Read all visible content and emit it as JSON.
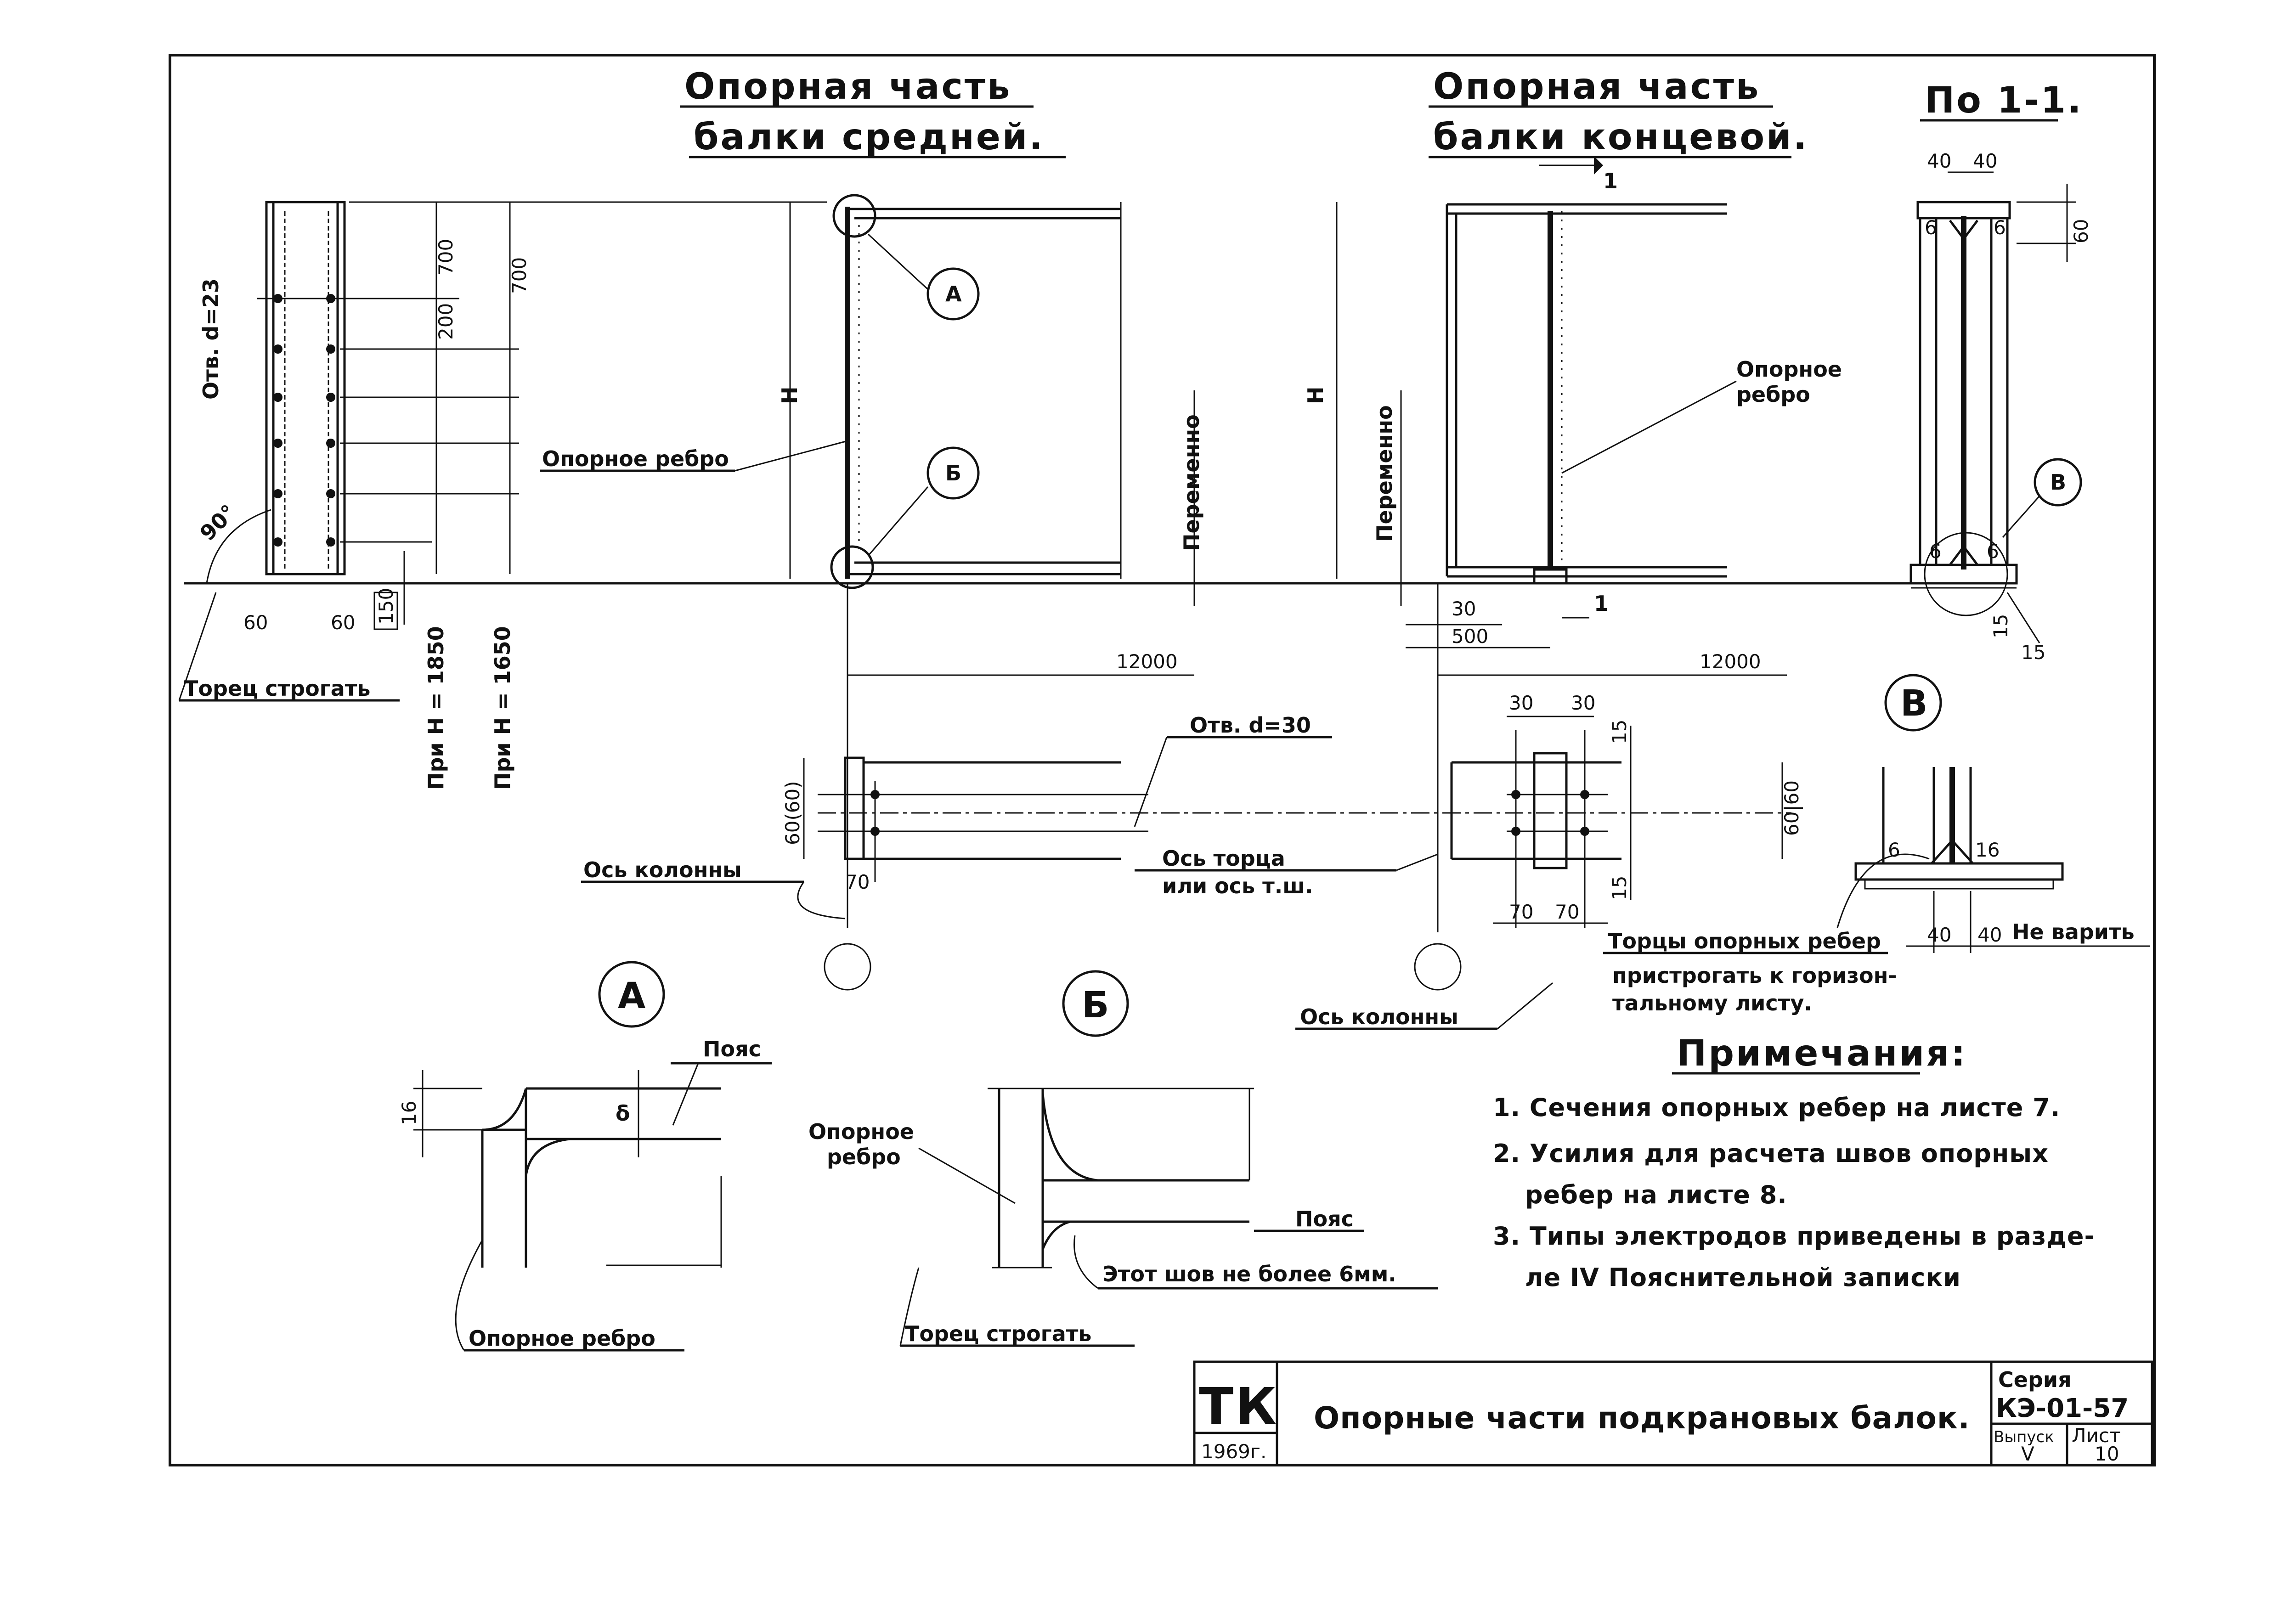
{
  "titles": {
    "middle_l1": "Опорная часть",
    "middle_l2": "балки средней.",
    "end_l1": "Опорная часть",
    "end_l2": "балки концевой.",
    "section": "По 1-1."
  },
  "labels": {
    "hole23": "Отв. d=23",
    "angle90": "90°",
    "plane_end": "Торец строгать",
    "h1850": "При H = 1850",
    "h1650": "При H = 1650",
    "support_rib": "Опорное ребро",
    "support_rib2_l1": "Опорное",
    "support_rib2_l2": "ребро",
    "variable": "Переменно",
    "H": "H",
    "sec_mark": "1",
    "hole30": "Отв. d=30",
    "col_axis": "Ось колонны",
    "end_axis_l1": "Ось торца",
    "end_axis_l2": "или ось т.ш.",
    "plane_ribs_l1": "Торцы опорных ребер",
    "plane_ribs_l2": "пристрогать к горизон-",
    "plane_ribs_l3": "тальному листу.",
    "no_weld": "Не варить",
    "belt": "Пояс",
    "delta": "δ",
    "weld_limit": "Этот шов не более 6мм.",
    "support_rib3": "Опорное ребро",
    "plane_end2": "Торец строгать",
    "support_rib4_l1": "Опорное",
    "support_rib4_l2": "ребро",
    "belt2": "Пояс"
  },
  "callouts": {
    "a": "А",
    "b": "Б",
    "v": "В"
  },
  "dims": {
    "d700a": "700",
    "d700b": "700",
    "d200": "200",
    "d60a": "60",
    "d60b": "60",
    "d150": "150",
    "d12000a": "12000",
    "d12000b": "12000",
    "d30a": "30",
    "d500": "500",
    "d40a": "40",
    "d40b": "40",
    "d60c": "60",
    "d6": "6",
    "d15a": "15",
    "d15b": "15",
    "d30b": "30",
    "d30c": "30",
    "d70a": "70",
    "d70b": "70",
    "d70c": "70",
    "d6060": "60|60",
    "d60_60": "60(60)",
    "d16": "16",
    "d40c": "40",
    "d40d": "40",
    "d16b": "16",
    "d6b": "6"
  },
  "notes": {
    "heading": "Примечания:",
    "n1": "1. Сечения опорных ребер на листе 7.",
    "n2a": "2. Усилия для расчета швов опорных",
    "n2b": "ребер на листе 8.",
    "n3a": "3. Типы электродов приведены в разде-",
    "n3b": "ле IV Пояснительной записки"
  },
  "stamp": {
    "logo": "ТК",
    "year": "1969г.",
    "title": "Опорные части подкрановых балок.",
    "series_label": "Серия",
    "series": "КЭ-01-57",
    "issue_label": "Выпуск",
    "issue": "V",
    "sheet_label": "Лист",
    "sheet": "10"
  }
}
